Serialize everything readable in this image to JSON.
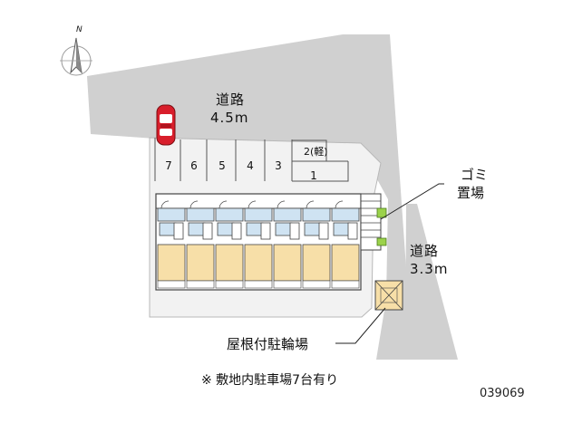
{
  "compass": {
    "north_label": "N",
    "icon": "north-arrow-icon"
  },
  "roads": [
    {
      "name": "道路",
      "width": "4.5m"
    },
    {
      "name": "道路",
      "width": "3.3m"
    }
  ],
  "parking": {
    "spaces": [
      "7",
      "6",
      "5",
      "4",
      "3",
      "1"
    ],
    "light_space": "2(軽)"
  },
  "annotations": {
    "garbage": [
      "ゴミ",
      "置場"
    ],
    "bicycle": "屋根付駐輪場"
  },
  "note": "※ 敷地内駐車場7台有り",
  "code": "039069",
  "colors": {
    "road": "#d0d0d0",
    "site": "#f1f1f1",
    "unit_blue": "#cfe3f2",
    "unit_tan": "#f7dfa8",
    "car": "#d81e2b",
    "trash": "#9bd24a"
  }
}
